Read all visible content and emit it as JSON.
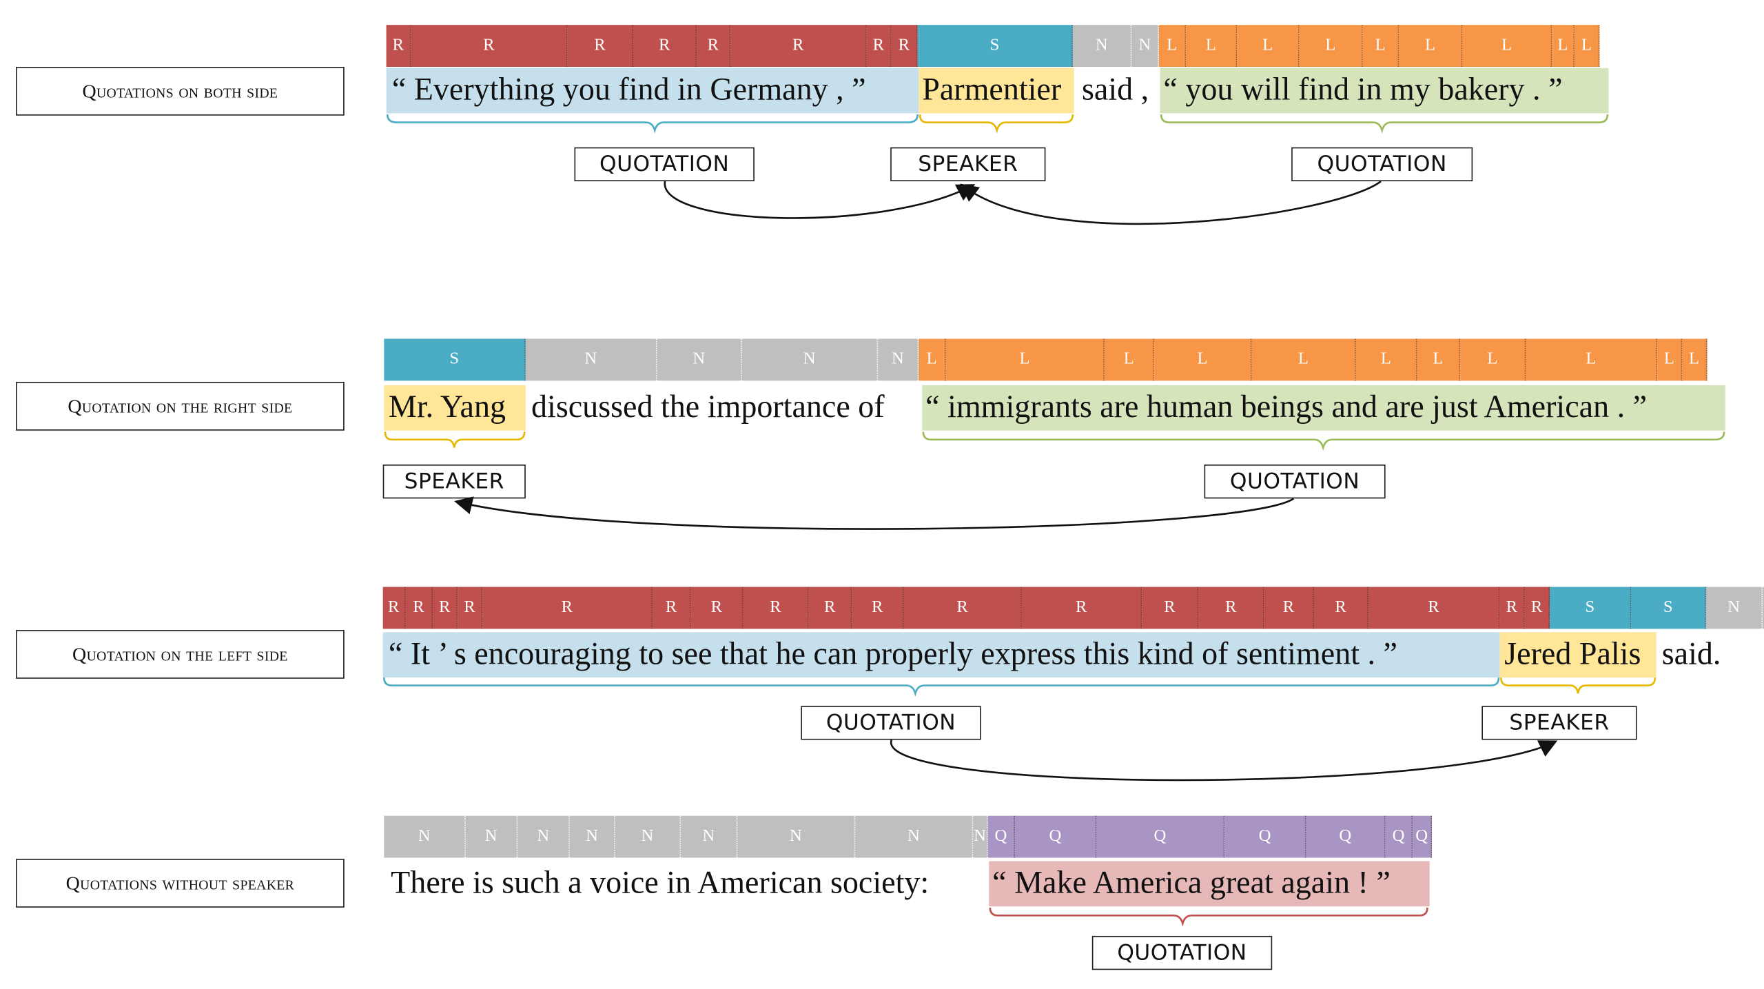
{
  "rows": [
    {
      "label": "Quotations on both side",
      "tags": [
        "R",
        "R",
        "R",
        "R",
        "R",
        "R",
        "R",
        "R",
        "S",
        "N",
        "N",
        "L",
        "L",
        "L",
        "L",
        "L",
        "L",
        "L",
        "L",
        "L"
      ],
      "segments": [
        {
          "text": "“ Everything you find in Germany , ”",
          "role": "quotation"
        },
        {
          "text": "Parmentier",
          "role": "speaker"
        },
        {
          "text": "said ,",
          "role": "none"
        },
        {
          "text": "“ you will find in my bakery . ”",
          "role": "quotation-right"
        }
      ],
      "roles": [
        "QUOTATION",
        "SPEAKER",
        "QUOTATION"
      ]
    },
    {
      "label": "Quotation on the right side",
      "tags": [
        "S",
        "N",
        "N",
        "N",
        "N",
        "L",
        "L",
        "L",
        "L",
        "L",
        "L",
        "L",
        "L",
        "L",
        "L",
        "L"
      ],
      "segments": [
        {
          "text": "Mr. Yang",
          "role": "speaker"
        },
        {
          "text": "discussed the importance of",
          "role": "none"
        },
        {
          "text": "“ immigrants are human beings and are just American . ”",
          "role": "quotation-right"
        }
      ],
      "roles": [
        "SPEAKER",
        "QUOTATION"
      ]
    },
    {
      "label": "Quotation on the left side",
      "tags": [
        "R",
        "R",
        "R",
        "R",
        "R",
        "R",
        "R",
        "R",
        "R",
        "R",
        "R",
        "R",
        "R",
        "R",
        "R",
        "R",
        "R",
        "R",
        "R",
        "S",
        "S",
        "N",
        "N"
      ],
      "segments": [
        {
          "text": "“ It ’ s encouraging to see that he can properly express this kind of sentiment . ”",
          "role": "quotation"
        },
        {
          "text": "Jered Palis",
          "role": "speaker"
        },
        {
          "text": "said.",
          "role": "none"
        }
      ],
      "roles": [
        "QUOTATION",
        "SPEAKER"
      ]
    },
    {
      "label": "Quotations without speaker",
      "tags": [
        "N",
        "N",
        "N",
        "N",
        "N",
        "N",
        "N",
        "N",
        "N",
        "Q",
        "Q",
        "Q",
        "Q",
        "Q",
        "Q",
        "Q"
      ],
      "segments": [
        {
          "text": "There is such a voice in American society:",
          "role": "none"
        },
        {
          "text": "“ Make America great again ! ”",
          "role": "quotation-only"
        }
      ],
      "roles": [
        "QUOTATION"
      ]
    }
  ],
  "colors": {
    "R": "#c0504d",
    "S": "#4bacc6",
    "N": "#bfbfbf",
    "L": "#f79646",
    "Q": "#a995c4",
    "quotation_highlight": "#c5e0ec",
    "speaker_highlight": "#ffe699",
    "right_quotation_highlight": "#d6e4bc",
    "standalone_quotation_highlight": "#e6b8b7",
    "brace_blue": "#4bacc6",
    "brace_yellow": "#e6b800",
    "brace_green": "#9bbb59",
    "brace_red": "#c0504d"
  }
}
